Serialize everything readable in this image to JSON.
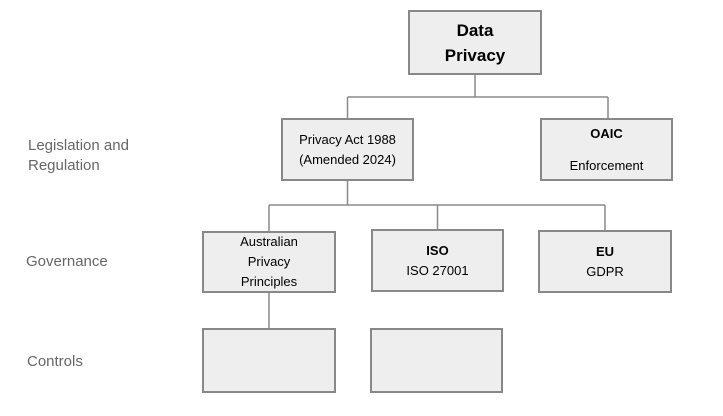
{
  "diagram": {
    "colors": {
      "background": "#ffffff",
      "node_fill": "#eeeeee",
      "node_border": "#888888",
      "connector": "#8a8a8a",
      "node_text": "#000000",
      "row_label_text": "#666666"
    },
    "row_labels": {
      "legislation": "Legislation and Regulation",
      "governance": "Governance",
      "controls": "Controls"
    },
    "nodes": {
      "data_privacy": {
        "lines": [
          "Data",
          "Privacy"
        ]
      },
      "privacy_act": {
        "lines": [
          "Privacy Act 1988",
          "(Amended 2024)"
        ]
      },
      "oaic": {
        "title": "OAIC",
        "subtitle": "Enforcement"
      },
      "app": {
        "lines": [
          "Australian",
          "Privacy",
          "Principles"
        ]
      },
      "iso": {
        "title": "ISO",
        "subtitle": "ISO 27001"
      },
      "eu": {
        "title": "EU",
        "subtitle": "GDPR"
      },
      "control_1": {
        "lines": []
      },
      "control_2": {
        "lines": []
      }
    },
    "edges": [
      {
        "from": "data_privacy",
        "to": "privacy_act"
      },
      {
        "from": "data_privacy",
        "to": "oaic"
      },
      {
        "from": "privacy_act",
        "to": "app"
      },
      {
        "from": "privacy_act",
        "to": "iso"
      },
      {
        "from": "privacy_act",
        "to": "eu"
      },
      {
        "from": "app",
        "to": "control_1"
      }
    ]
  }
}
